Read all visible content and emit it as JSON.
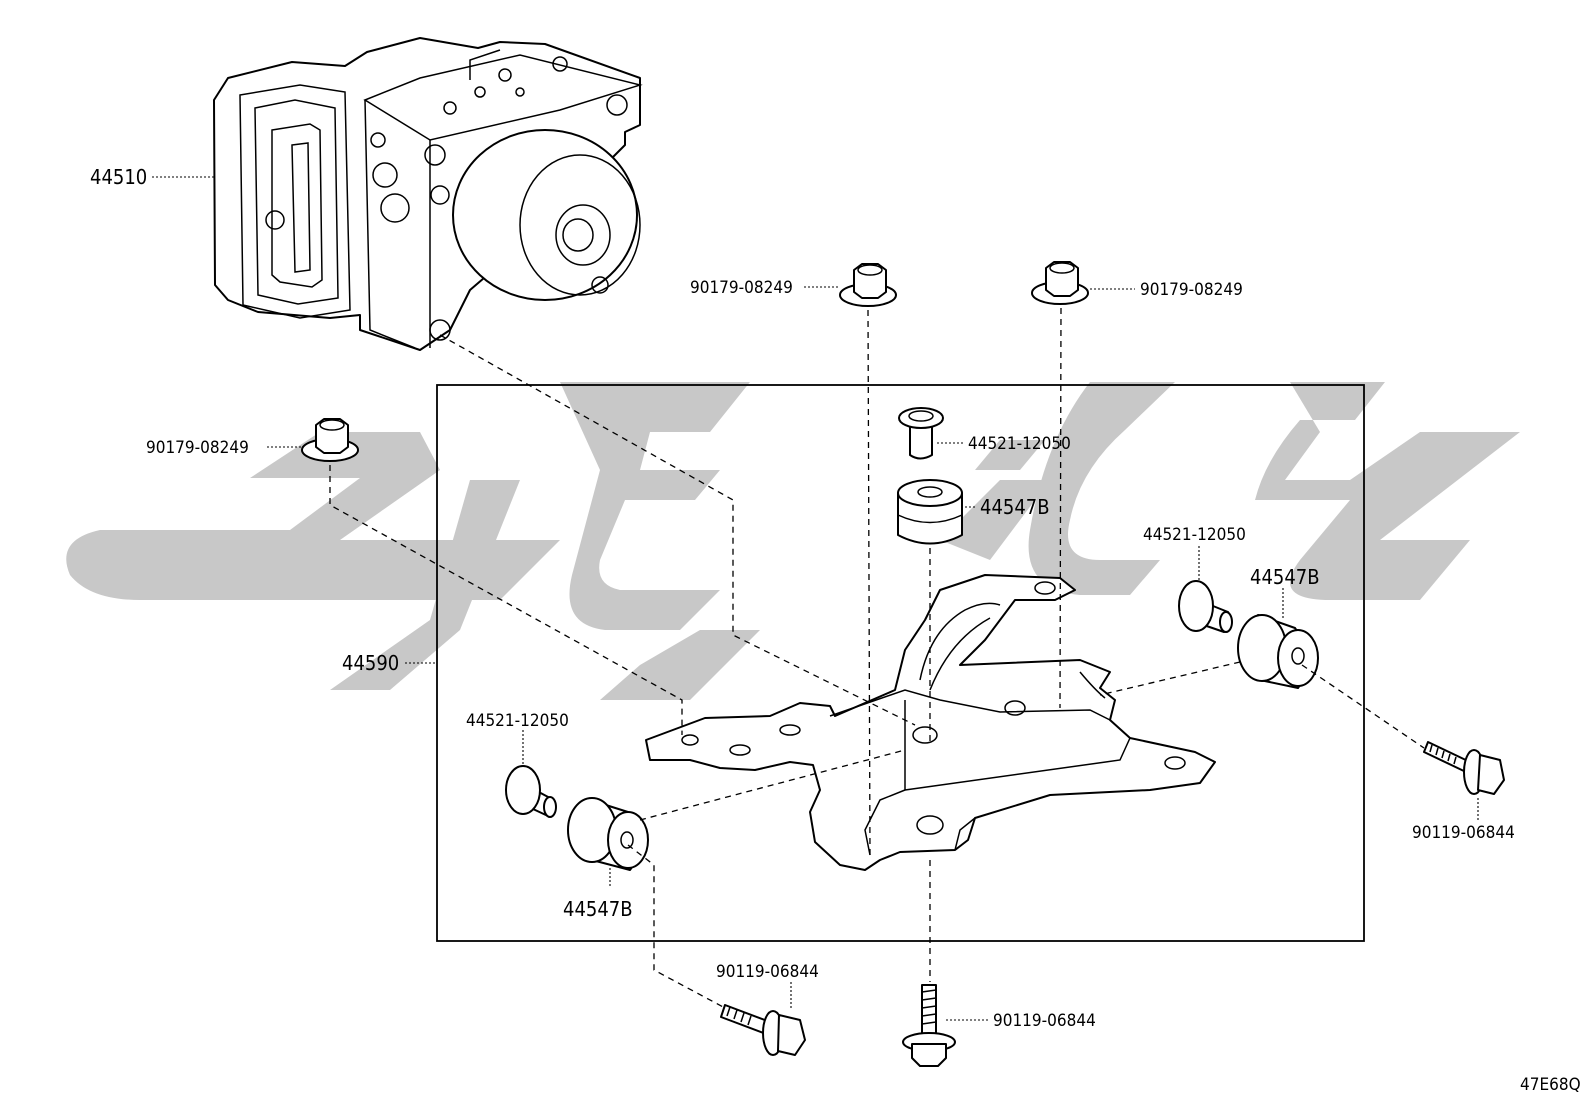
{
  "diagram_code": "47E68Q",
  "watermark_text": "",
  "colors": {
    "line": "#000000",
    "watermark": "#c8c8c8",
    "background": "#ffffff"
  },
  "callouts": {
    "abs_actuator": "44510",
    "bracket": "44590",
    "nut_top_left": "90179-08249",
    "nut_top_right": "90179-08249",
    "nut_left": "90179-08249",
    "collar_top": "44521-12050",
    "cushion_top": "44547B",
    "collar_right": "44521-12050",
    "cushion_right": "44547B",
    "bolt_right": "90119-06844",
    "collar_left": "44521-12050",
    "cushion_left": "44547B",
    "bolt_bottom_left": "90119-06844",
    "bolt_bottom": "90119-06844"
  }
}
